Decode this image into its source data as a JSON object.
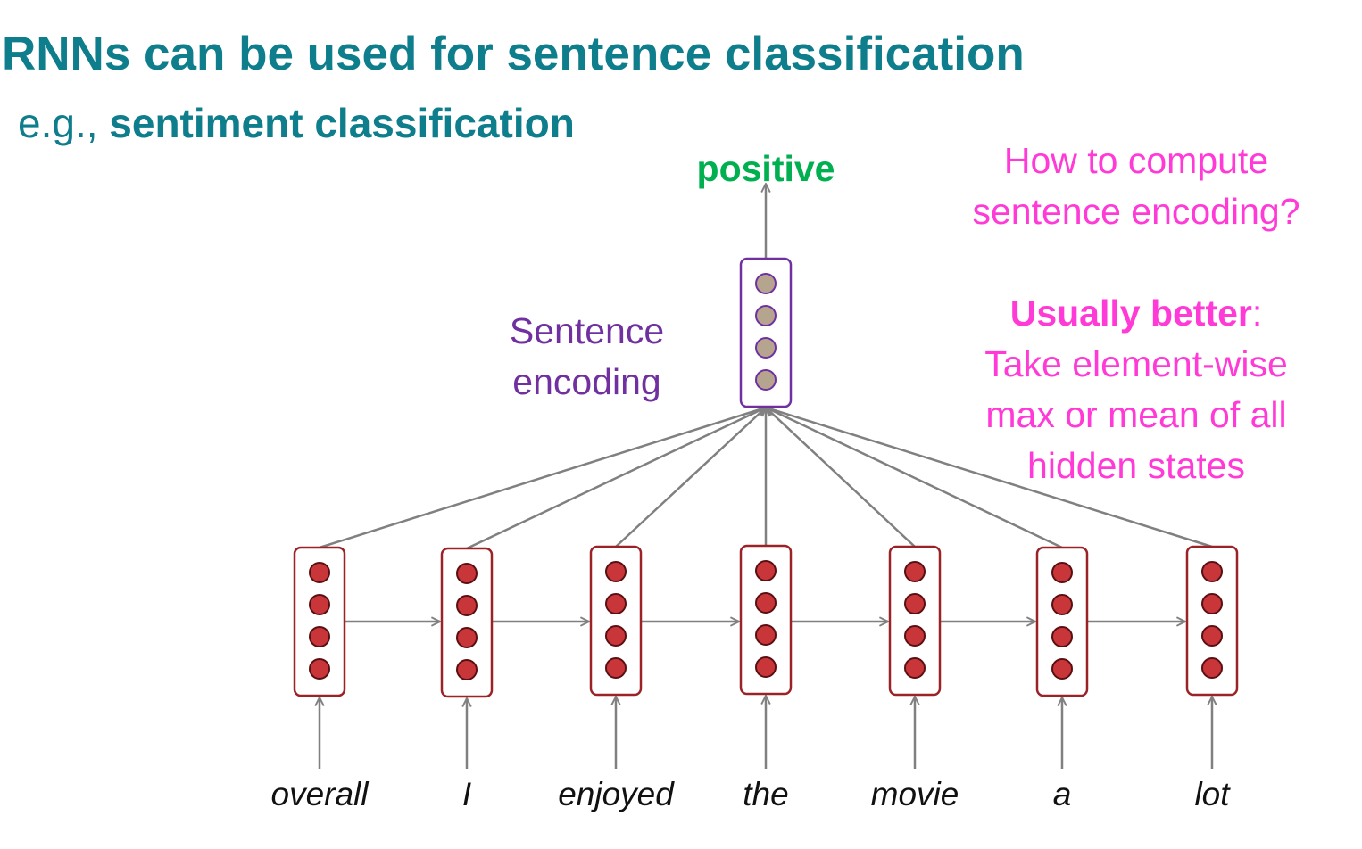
{
  "title": "RNNs can be used for sentence classification",
  "subtitle": {
    "prefix": "e.g., ",
    "bold": "sentiment classification"
  },
  "output_label": "positive",
  "encoding_label": {
    "line1": "Sentence",
    "line2": "encoding"
  },
  "question": {
    "line1": "How to compute",
    "line2": "sentence encoding?"
  },
  "answer": {
    "bold": "Usually better",
    "colon": ":",
    "line2": "Take element-wise",
    "line3": "max or mean of all",
    "line4": "hidden states"
  },
  "words": [
    "overall",
    "I",
    "enjoyed",
    "the",
    "movie",
    "a",
    "lot"
  ],
  "colors": {
    "title": "#0e7d8c",
    "hidden_node_fill": "#c8363a",
    "hidden_box_stroke": "#9b2226",
    "encoding_node_fill": "#b5a48e",
    "encoding_box_stroke": "#7030a0",
    "positive": "#00b050",
    "note": "#ff3ad6",
    "arrow": "#808080"
  }
}
